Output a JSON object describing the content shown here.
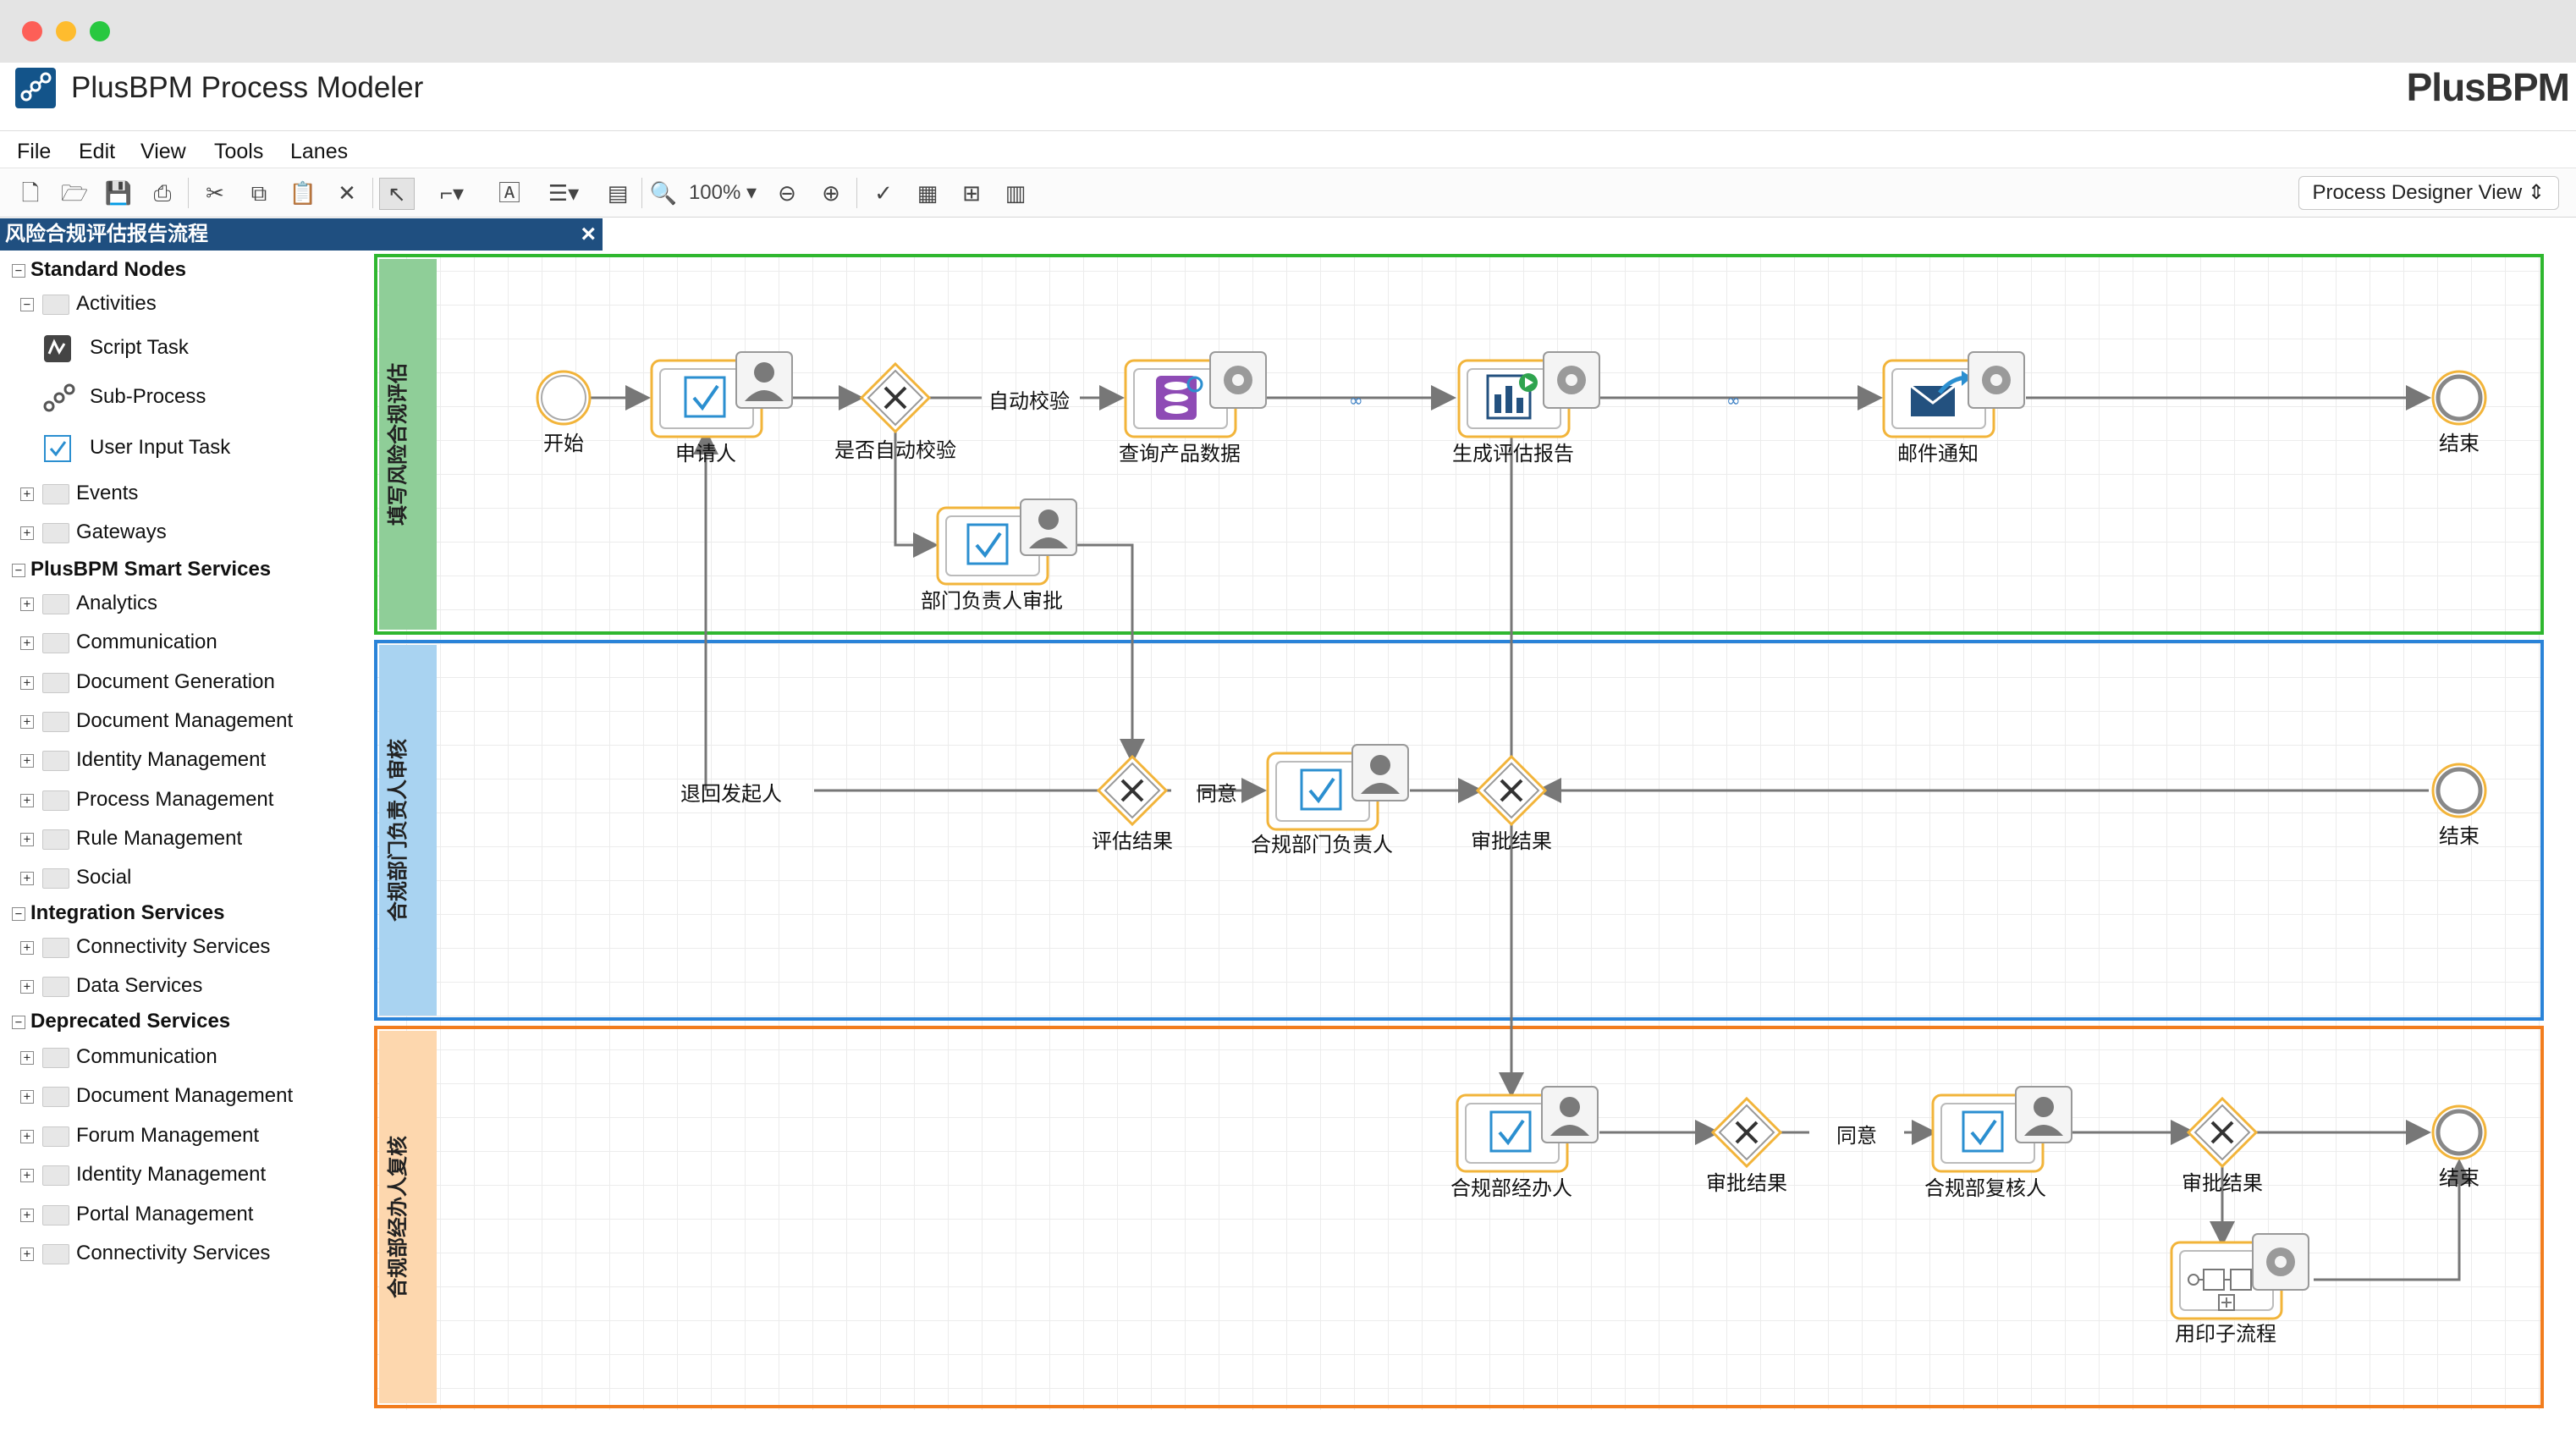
{
  "app": {
    "title": "PlusBPM Process Modeler",
    "brand": "PlusBPM"
  },
  "menu": [
    "File",
    "Edit",
    "View",
    "Tools",
    "Lanes"
  ],
  "toolbar": {
    "zoom": "100%",
    "view_select": "Process Designer View"
  },
  "panel": {
    "title": "风险合规评估报告流程",
    "close": "×"
  },
  "tree": {
    "standard_nodes": "Standard Nodes",
    "activities": "Activities",
    "script_task": "Script Task",
    "sub_process": "Sub-Process",
    "user_input_task": "User Input Task",
    "events": "Events",
    "gateways": "Gateways",
    "smart_services": "PlusBPM Smart Services",
    "smart": [
      "Analytics",
      "Communication",
      "Document Generation",
      "Document Management",
      "Identity Management",
      "Process Management",
      "Rule Management",
      "Social"
    ],
    "integration": "Integration Services",
    "integration_items": [
      "Connectivity Services",
      "Data Services"
    ],
    "deprecated": "Deprecated Services",
    "deprecated_items": [
      "Communication",
      "Document Management",
      "Forum Management",
      "Identity Management",
      "Portal Management",
      "Connectivity Services"
    ]
  },
  "lanes": [
    {
      "label": "填写风险合规评估",
      "color": "#8fce98",
      "border": "#2fb72f"
    },
    {
      "label": "合规部门负责人审核",
      "color": "#a9d3f1",
      "border": "#2a83d8"
    },
    {
      "label": "合规部经办人复核",
      "color": "#fdd7ae",
      "border": "#f27d1e"
    }
  ],
  "nodes": {
    "start": "开始",
    "applicant": "申请人",
    "auto_check_gw": "是否自动校验",
    "auto_check_flow": "自动校验",
    "query_data": "查询产品数据",
    "gen_report": "生成评估报告",
    "mail": "邮件通知",
    "end1": "结束",
    "dept_approve": "部门负责人审批",
    "return_flow": "退回发起人",
    "eval_result": "评估结果",
    "agree1": "同意",
    "compliance_head": "合规部门负责人",
    "approve_result1": "审批结果",
    "end2": "结束",
    "handler": "合规部经办人",
    "approve_result2": "审批结果",
    "agree2": "同意",
    "reviewer": "合规部复核人",
    "approve_result3": "审批结果",
    "end3": "结束",
    "seal": "用印子流程"
  },
  "colors": {
    "accent": "#1f4f80",
    "task_border": "#f2b43a",
    "check": "#2b8fd0"
  }
}
